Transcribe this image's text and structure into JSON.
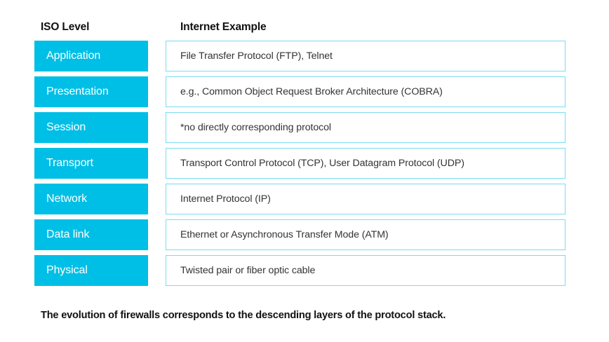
{
  "headers": {
    "iso_level": "ISO Level",
    "internet_example": "Internet Example"
  },
  "colors": {
    "level_fill": "#00bfe6",
    "level_text": "#ffffff",
    "example_border": "#7adcf1",
    "example_text": "#333333",
    "background": "#ffffff",
    "header_text": "#111111",
    "caption_text": "#111111"
  },
  "rows": [
    {
      "level": "Application",
      "example": "File Transfer Protocol (FTP), Telnet"
    },
    {
      "level": "Presentation",
      "example": "e.g., Common Object Request Broker Architecture (COBRA)"
    },
    {
      "level": "Session",
      "example": "*no directly corresponding protocol"
    },
    {
      "level": "Transport",
      "example": "Transport Control Protocol (TCP), User Datagram Protocol (UDP)"
    },
    {
      "level": "Network",
      "example": "Internet Protocol (IP)"
    },
    {
      "level": "Data link",
      "example": "Ethernet or Asynchronous Transfer Mode (ATM)"
    },
    {
      "level": "Physical",
      "example": "Twisted pair or fiber optic cable"
    }
  ],
  "caption": "The evolution of firewalls corresponds to the descending layers of the protocol stack."
}
